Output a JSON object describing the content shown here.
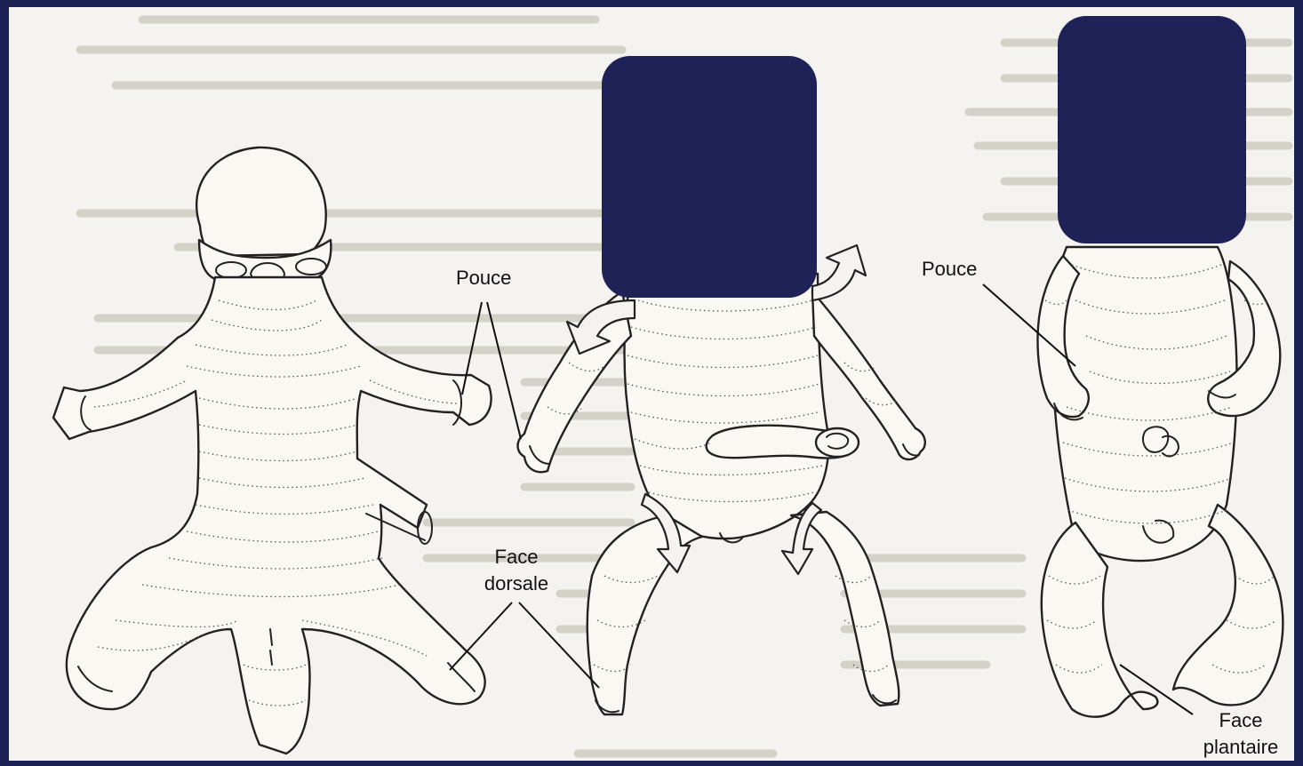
{
  "labels": {
    "pouce_left": "Pouce",
    "pouce_right": "Pouce",
    "face_dorsale_line1": "Face",
    "face_dorsale_line2": "dorsale",
    "face_plantaire_line1": "Face",
    "face_plantaire_line2": "plantaire"
  },
  "colors": {
    "frame": "#1b2153",
    "page": "#f4f3ef",
    "mask": "#1e2256",
    "ink": "#222222"
  }
}
